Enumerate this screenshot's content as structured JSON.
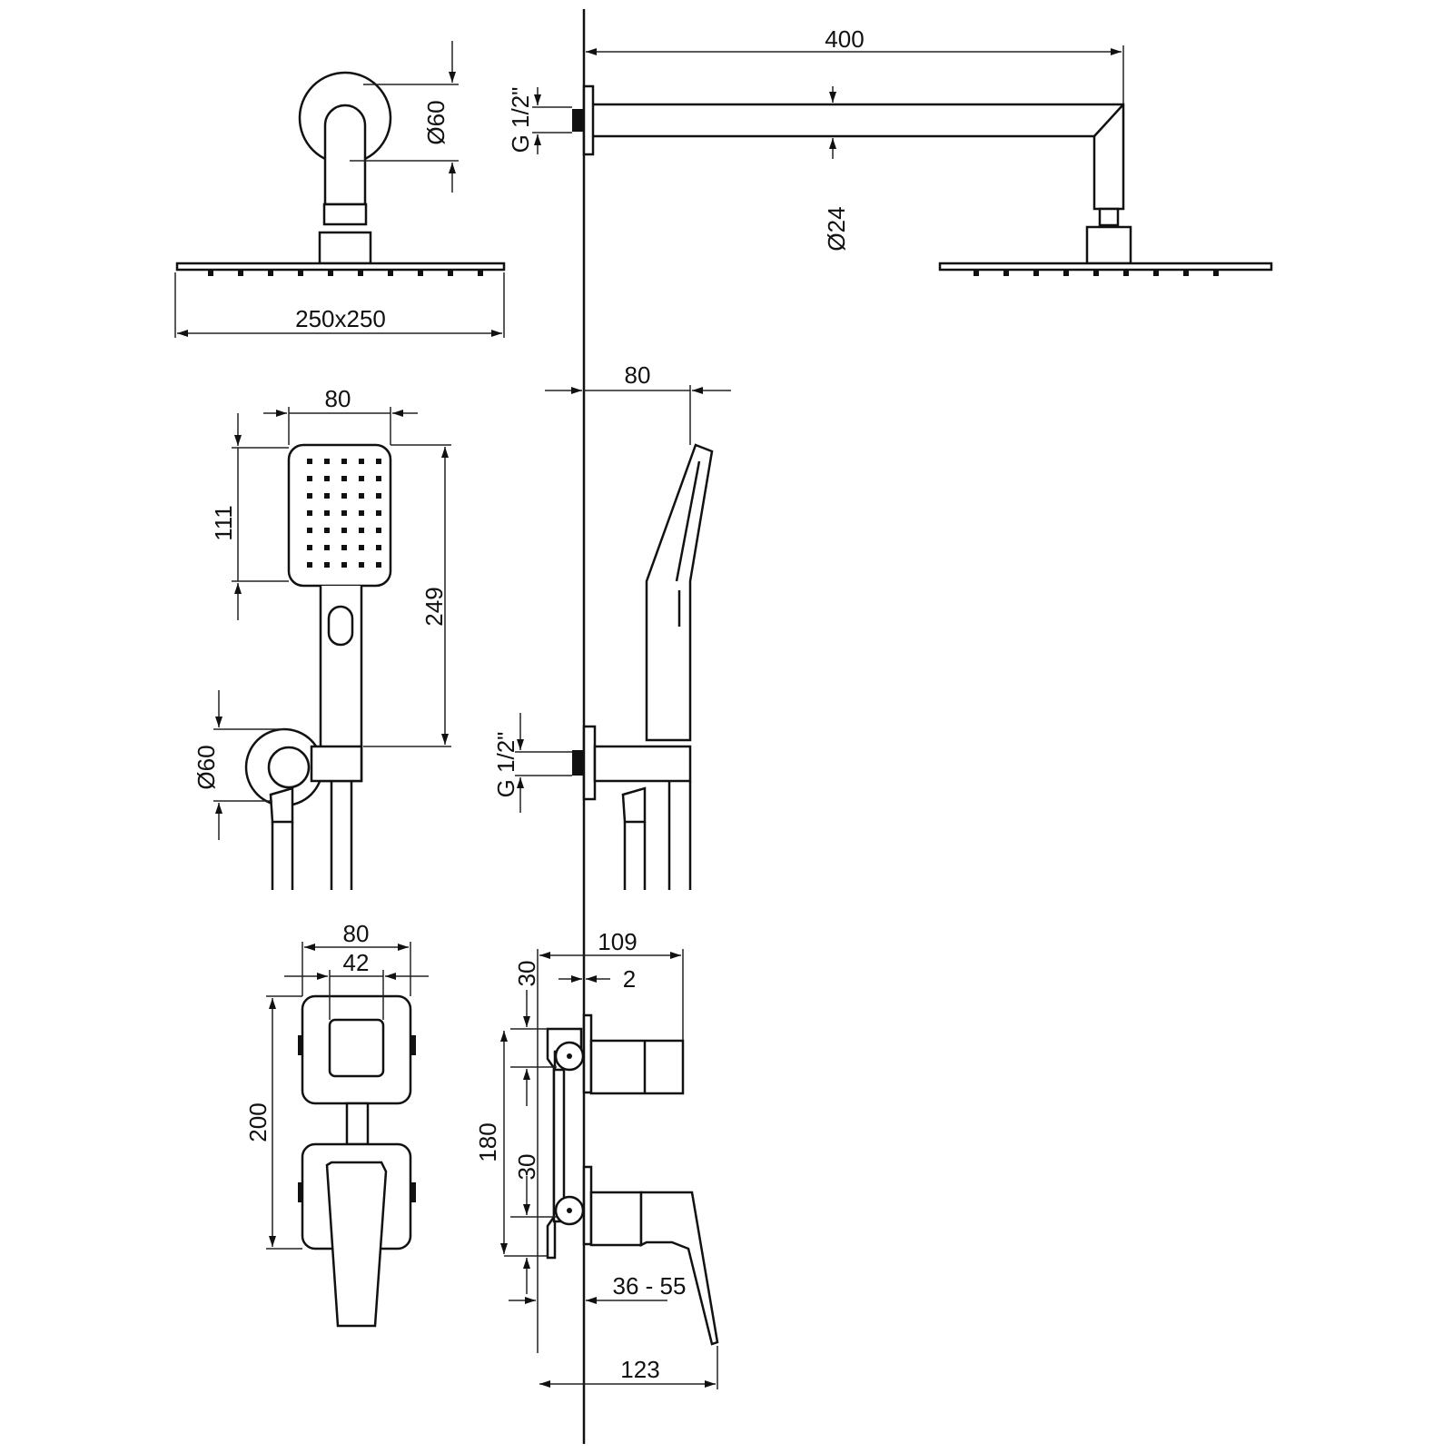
{
  "colors": {
    "line": "#111111",
    "background": "#ffffff"
  },
  "shower_head": {
    "arm_length": "400",
    "flange_diameter": "Ø60",
    "thread": "G 1/2\"",
    "arm_diameter": "Ø24",
    "head_size": "250x250"
  },
  "hand_shower": {
    "front_width": "80",
    "head_height": "111",
    "total_height": "249",
    "side_depth": "80",
    "bracket_diameter": "Ø60",
    "thread": "G 1/2\""
  },
  "mixer": {
    "plate_width": "80",
    "plate_inner": "42",
    "height": "200",
    "offset_top": "30",
    "projection": "109",
    "gap": "2",
    "center_distance": "180",
    "offset_bottom": "30",
    "installation_depth": "36 - 55",
    "lever_projection": "123"
  }
}
